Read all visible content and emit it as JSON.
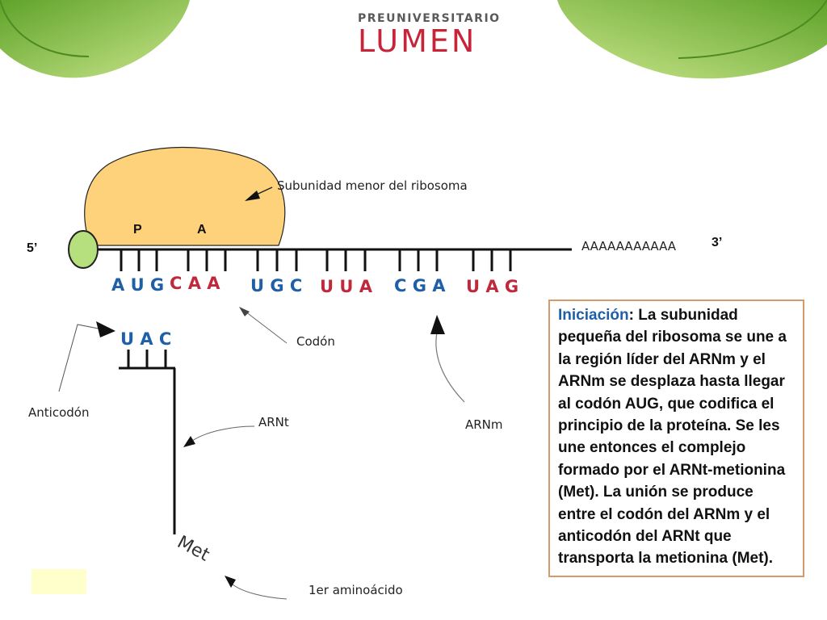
{
  "logo": {
    "top_text": "PREUNIVERSITARIO",
    "main_text": "LUMEN"
  },
  "diagram": {
    "five_prime": "5’",
    "three_prime": "3’",
    "poly_a": "AAAAAAAAAAA",
    "site_p": "P",
    "site_a": "A",
    "ribosome_label": "Subunidad menor del ribosoma",
    "codons": [
      {
        "text": "A U G",
        "color": "#1f5fa8"
      },
      {
        "text": "C A A",
        "color": "#c0283c"
      },
      {
        "text": "U G C",
        "color": "#1f5fa8"
      },
      {
        "text": "U U A",
        "color": "#c0283c"
      },
      {
        "text": "C G A",
        "color": "#1f5fa8"
      },
      {
        "text": "U A G",
        "color": "#c0283c"
      }
    ],
    "anticodon_text": "U A C",
    "anticodon_color": "#1f5fa8",
    "met_label": "Met",
    "label_codon": "Codón",
    "label_anticodon": "Anticodón",
    "label_trna": "ARNt",
    "label_mrna": "ARNm",
    "label_aminoacid": "1er aminoácido"
  },
  "description": {
    "term": "Iniciación",
    "colon": ":",
    "body": " La subunidad pequeña del ribosoma se une a la región líder del ARNm y el ARNm se desplaza hasta llegar al codón AUG, que codifica el principio de la proteína. Se les une entonces  el complejo formado por el ARNt-metionina (Met). La unión se produce entre el codón del ARNm y el anticodón del ARNt que transporta la metionina (Met)."
  },
  "colors": {
    "ribosome_fill": "#fdd27a",
    "cap_fill": "#b6e07e",
    "leaf_green": "#8cc63f",
    "logo_red": "#c7243a",
    "box_border": "#d59a6a"
  }
}
